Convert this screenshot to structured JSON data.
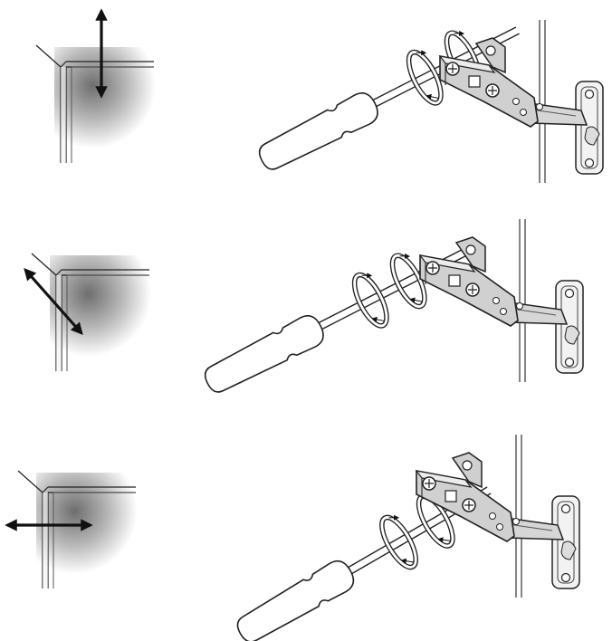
{
  "diagram": {
    "kind": "hinge-adjustment-instructions",
    "panels": [
      {
        "adjustment": "vertical",
        "arrow_icon": "up-down-arrow-icon",
        "rotation_icon": "rotation-arrows-icon",
        "tool_icon": "screwdriver-icon",
        "part_icon": "cabinet-hinge-icon"
      },
      {
        "adjustment": "depth",
        "arrow_icon": "diagonal-arrow-icon",
        "rotation_icon": "rotation-arrows-icon",
        "tool_icon": "screwdriver-icon",
        "part_icon": "cabinet-hinge-icon"
      },
      {
        "adjustment": "horizontal",
        "arrow_icon": "left-right-arrow-icon",
        "rotation_icon": "rotation-arrows-icon",
        "tool_icon": "screwdriver-icon",
        "part_icon": "cabinet-hinge-icon"
      }
    ],
    "colors": {
      "line": "#222222",
      "shade": "#7a7a7a",
      "background": "#ffffff"
    }
  }
}
